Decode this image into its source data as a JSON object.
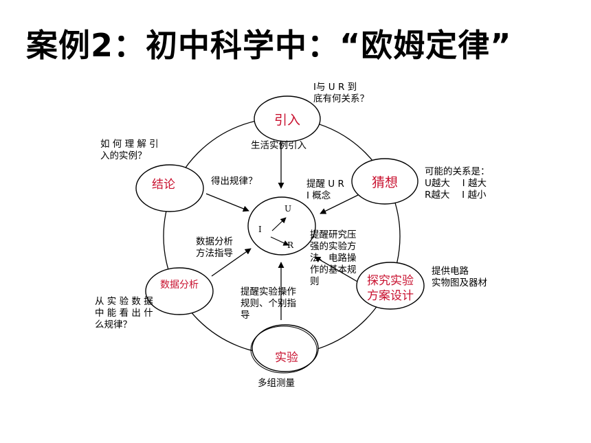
{
  "title": "案例2：初中科学中：“欧姆定律”",
  "nodes": {
    "intro": "引入",
    "hypothesis": "猜想",
    "design_line1": "探究实验",
    "design_line2": "方案设计",
    "experiment": "实验",
    "analysis": "数据分析",
    "conclusion": "结论"
  },
  "center": {
    "u": "U",
    "i": "I",
    "r": "R"
  },
  "annotations": {
    "intro_question_line1": "I与 U R 到",
    "intro_question_line2": "底有何关系？",
    "intro_example": "生活实例引入",
    "hypothesis_line1": "可能的关系是：",
    "hypothesis_line2": "U越大　 I 越大",
    "hypothesis_line3": "R越大　 I 越小",
    "remind_uri_line1": "提醒 U R",
    "remind_uri_line2": "I 概念",
    "remind_method_lines": [
      "提醒研究压",
      "强的实验方",
      "法、电路操",
      "作的基本规",
      "则"
    ],
    "design_support_line1": "提供电路",
    "design_support_line2": "实物图及器材",
    "remind_experiment_lines": [
      "提醒实验操作",
      "规则、个别指",
      "导"
    ],
    "experiment_note": "多组测量",
    "analysis_guide_line1": "数据分析",
    "analysis_guide_line2": "方法指导",
    "analysis_question_lines": [
      "从 实 验 数 据",
      "中 能 看 出 什",
      "么规律？"
    ],
    "conclusion_hint": "得出规律？",
    "conclusion_question_line1": "如 何 理 解 引",
    "conclusion_question_line2": "入的实例？"
  },
  "colors": {
    "node_text": "#c8102e",
    "stroke": "#000000"
  }
}
